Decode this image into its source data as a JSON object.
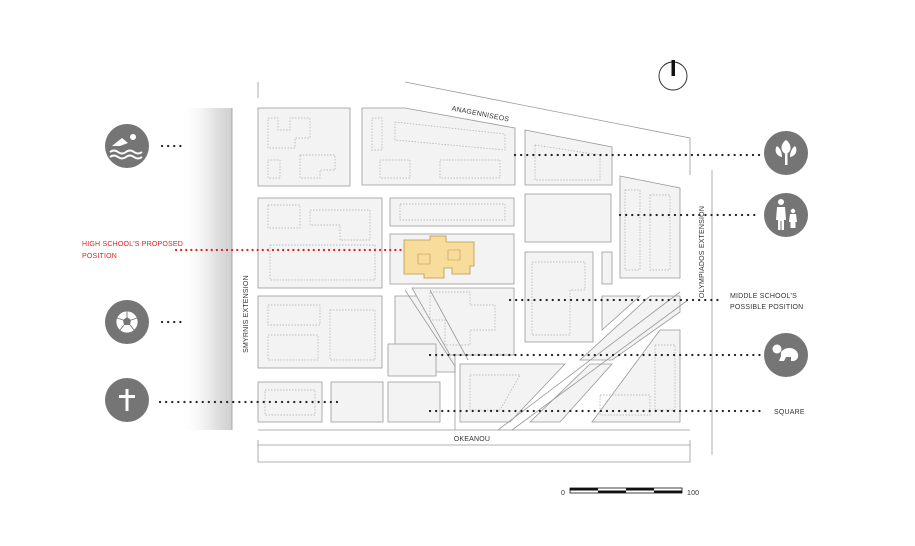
{
  "streets": {
    "north": "ANAGENNISEOS",
    "west": "SMYRNIS EXTENSION",
    "south": "OKEANOU",
    "east": "OLYMPIADOS EXTENSION"
  },
  "annotations": {
    "high_school_line1": "HIGH SCHOOL'S PROPOSED",
    "high_school_line2": "POSITION",
    "middle_school_line1": "MIDDLE SCHOOL'S",
    "middle_school_line2": "POSSIBLE POSITION",
    "square": "SQUARE"
  },
  "scale_bar": {
    "start": "0",
    "end": "100"
  },
  "icons": {
    "left": [
      "swimming-icon",
      "football-icon",
      "church-cross-icon"
    ],
    "right": [
      "park-tree-icon",
      "family-icon",
      "kindergarten-crawling-icon"
    ]
  },
  "colors": {
    "proposed_site": "#f7dc9c",
    "highlight_text": "#e02020",
    "icon_fill": "#757575",
    "block_fill": "#f3f3f3"
  }
}
